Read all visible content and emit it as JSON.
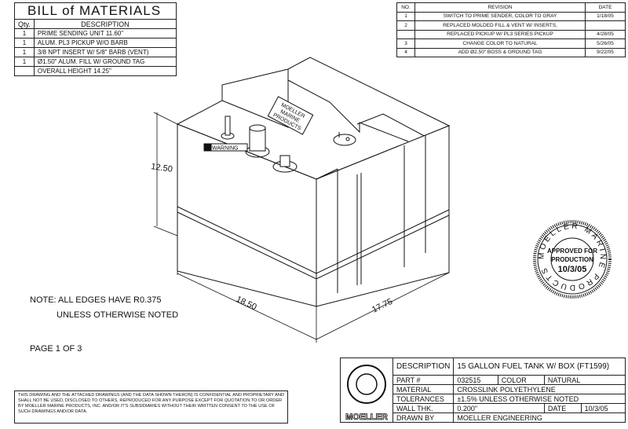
{
  "bill_of_materials": {
    "title": "BILL of MATERIALS",
    "headers": {
      "qty": "Qty.",
      "description": "DESCRIPTION"
    },
    "rows": [
      {
        "qty": "1",
        "description": "PRIME SENDING UNIT 11.60\""
      },
      {
        "qty": "1",
        "description": "ALUM. PL3 PICKUP W/O BARB"
      },
      {
        "qty": "1",
        "description": "3/8 NPT INSERT W/ 5/8\" BARB (VENT)"
      },
      {
        "qty": "1",
        "description": "Ø1.50\" ALUM. FILL W/ GROUND TAG"
      },
      {
        "qty": "",
        "description": "OVERALL HEIGHT 14.25\""
      }
    ]
  },
  "revisions": {
    "headers": {
      "no": "NO.",
      "revision": "REVISION",
      "date": "DATE"
    },
    "rows": [
      {
        "no": "1",
        "revision": "SWITCH TO PRIME SENDER, COLOR TO GRAY",
        "date": "1/18/05"
      },
      {
        "no": "2",
        "revision": "REPLACED MOLDED FILL & VENT W/ INSERTS,",
        "date": ""
      },
      {
        "no": "",
        "revision": "REPLACED PICKUP W/ PL3 SERIES PICKUP",
        "date": "4/28/05"
      },
      {
        "no": "3",
        "revision": "CHANGE COLOR TO NATURAL",
        "date": "5/26/05"
      },
      {
        "no": "4",
        "revision": "ADD Ø2.50\" BOSS & GROUND TAG",
        "date": "9/22/05"
      }
    ]
  },
  "drawing": {
    "dimensions": {
      "height": "12.50",
      "length": "18.50",
      "width": "17.75"
    },
    "tank_label": [
      "MOELLER",
      "MARINE",
      "PRODUCTS"
    ],
    "warning_label": "WARNING"
  },
  "notes": {
    "line1": "NOTE: ALL EDGES HAVE R0.375",
    "line2": "UNLESS OTHERWISE NOTED",
    "page": "PAGE 1 OF 3"
  },
  "stamp": {
    "ring_text": "MOELLER MARINE PRODUCTS",
    "line1": "APPROVED FOR",
    "line2": "PRODUCTION",
    "date": "10/3/05"
  },
  "title_block": {
    "logo_text": "MOELLER",
    "description_label": "DESCRIPTION",
    "description": "15 GALLON FUEL TANK W/ BOX (FT1599)",
    "part_label": "PART #",
    "part": "032515",
    "color_label": "COLOR",
    "color": "NATURAL",
    "material_label": "MATERIAL",
    "material": "CROSSLINK POLYETHYLENE",
    "tolerances_label": "TOLERANCES",
    "tolerances": "±1.5% UNLESS OTHERWISE NOTED",
    "wall_label": "WALL THK.",
    "wall": "0.200\"",
    "date_label": "DATE",
    "date": "10/3/05",
    "drawn_label": "DRAWN BY",
    "drawn": "MOELLER ENGINEERING"
  },
  "disclaimer": "THIS DRAWING AND THE ATTACHED DRAWINGS (AND THE DATA SHOWN THERON) IS CONFIDENTIAL AND PROPRIETARY AND SHALL NOT BE USED, DISCLOSED TO OTHERS, REPRODUCED FOR ANY PURPOSE EXCEPT FOR QUOTATION TO OR ORDER BY MOELLER MARINE PRODUCTS, INC. AND/OR IT'S SUBSIDIARIES WITHOUT THEIR WRITTEN CONSENT TO THE USE OF SUCH DRAWINGS AND/OR DATA."
}
